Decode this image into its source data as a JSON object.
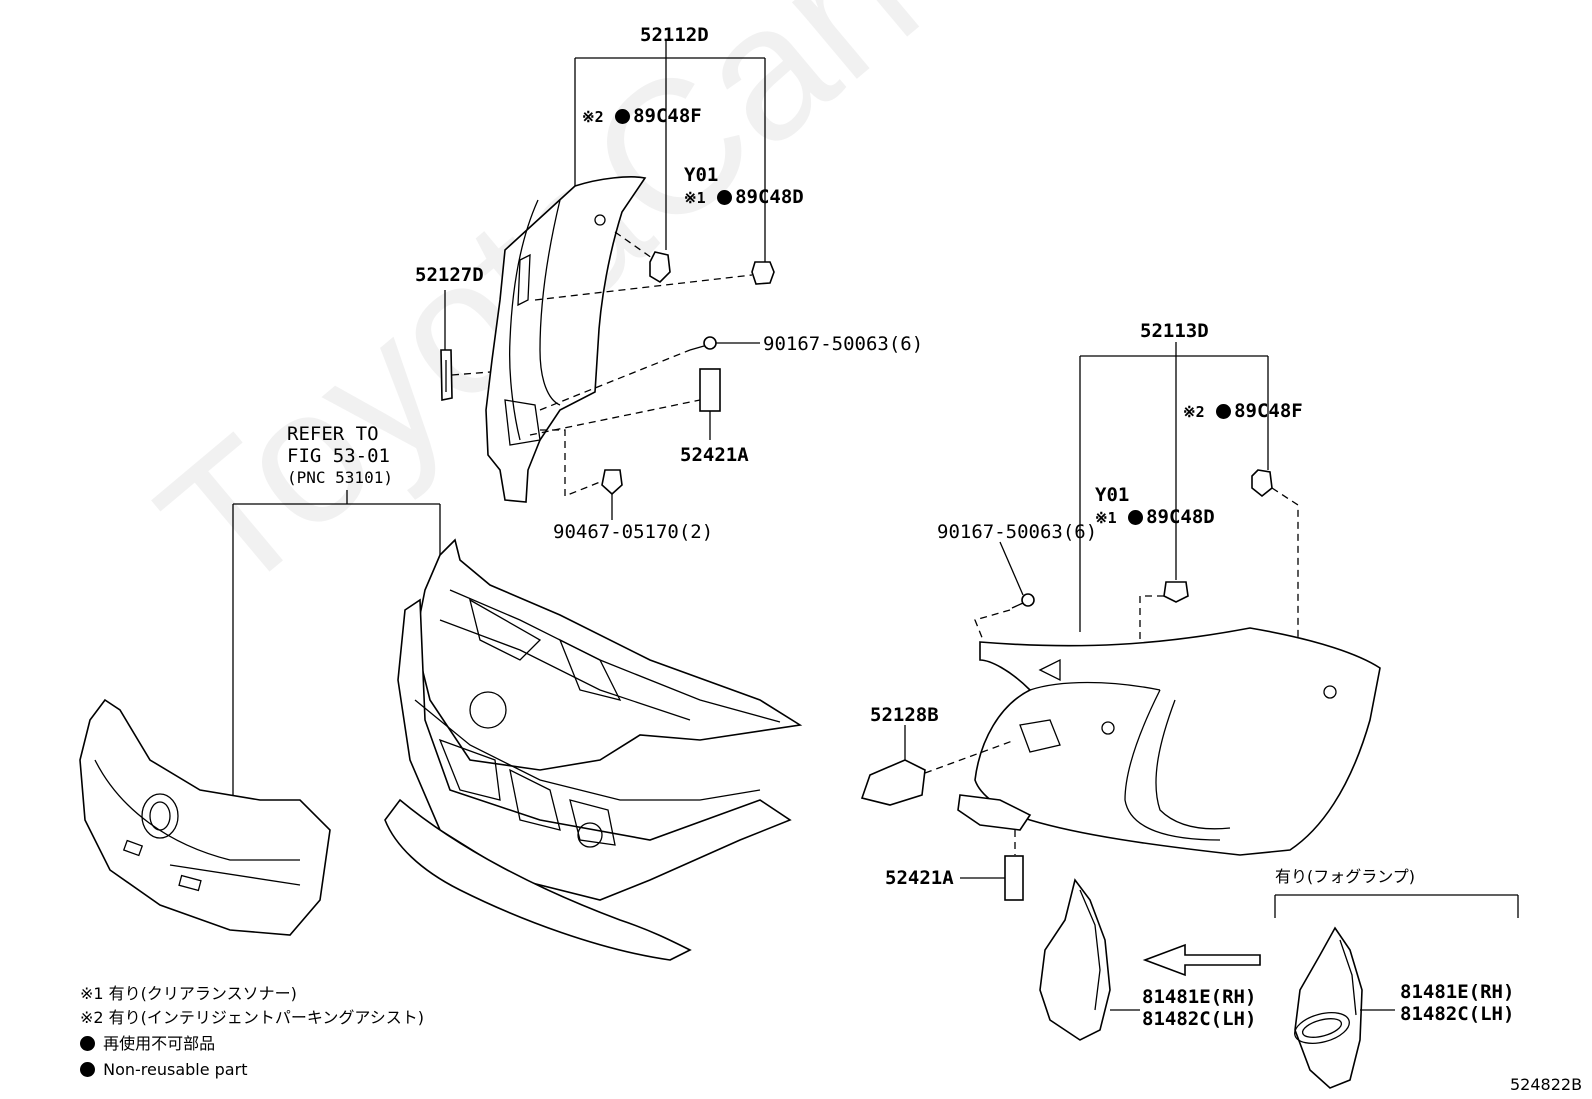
{
  "watermark": "ToyotaCarMine.ru",
  "labels": {
    "p52112D": "52112D",
    "p89C48F_top": "89C48F",
    "mark2_top": "※2",
    "y01_top": "Y01",
    "mark1_top": "※1",
    "p89C48D_top": "89C48D",
    "p52127D": "52127D",
    "p90167_top": "90167-50063(6)",
    "p52421A_top": "52421A",
    "p90467": "90467-05170(2)",
    "refer1": "REFER TO",
    "refer2": "FIG 53-01",
    "refer3": "(PNC 53101)",
    "p52113D": "52113D",
    "mark2_right": "※2",
    "p89C48F_right": "89C48F",
    "y01_right": "Y01",
    "mark1_right": "※1",
    "p89C48D_right": "89C48D",
    "p90167_right": "90167-50063(6)",
    "p52128B": "52128B",
    "p52421A_bottom": "52421A",
    "fog_note": "有り(フォグランプ)",
    "p81481E_a": "81481E(RH)",
    "p81482C_a": "81482C(LH)",
    "p81481E_b": "81481E(RH)",
    "p81482C_b": "81482C(LH)",
    "diagram_id": "524822B"
  },
  "legend": {
    "note1": "※1 有り(クリアランスソナー)",
    "note2": "※2 有り(インテリジェントパーキングアシスト)",
    "note3": "再使用不可部品",
    "note4": "Non-reusable part"
  }
}
